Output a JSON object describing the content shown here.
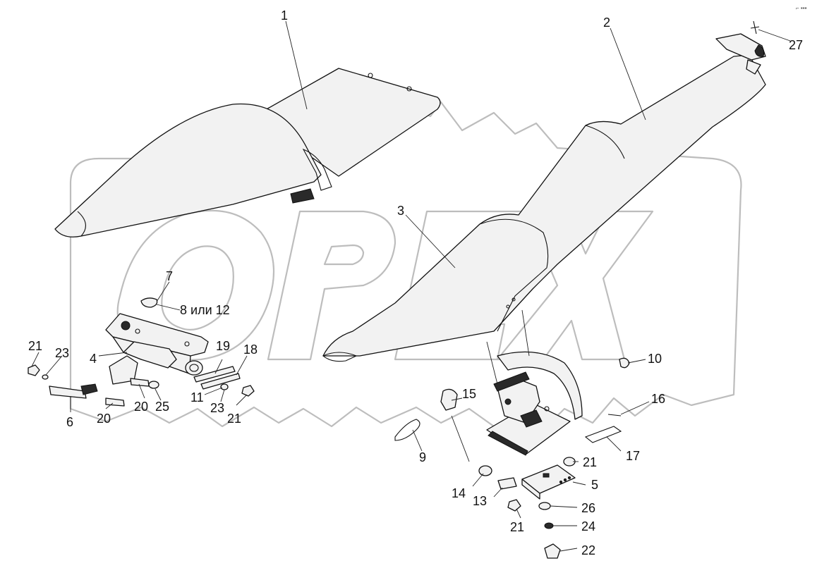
{
  "watermark": {
    "text": "OPEX"
  },
  "corner_mark": "⌐ ▪▪▪",
  "callouts": [
    {
      "id": "c1",
      "text": "1"
    },
    {
      "id": "c2",
      "text": "2"
    },
    {
      "id": "c3",
      "text": "3"
    },
    {
      "id": "c4",
      "text": "4"
    },
    {
      "id": "c5",
      "text": "5"
    },
    {
      "id": "c6",
      "text": "6"
    },
    {
      "id": "c7",
      "text": "7"
    },
    {
      "id": "c8",
      "text": "8 или 12"
    },
    {
      "id": "c9",
      "text": "9"
    },
    {
      "id": "c10",
      "text": "10"
    },
    {
      "id": "c11",
      "text": "11"
    },
    {
      "id": "c13",
      "text": "13"
    },
    {
      "id": "c14",
      "text": "14"
    },
    {
      "id": "c15",
      "text": "15"
    },
    {
      "id": "c16",
      "text": "16"
    },
    {
      "id": "c17",
      "text": "17"
    },
    {
      "id": "c18",
      "text": "18"
    },
    {
      "id": "c19",
      "text": "19"
    },
    {
      "id": "c20a",
      "text": "20"
    },
    {
      "id": "c20b",
      "text": "20"
    },
    {
      "id": "c21a",
      "text": "21"
    },
    {
      "id": "c21b",
      "text": "21"
    },
    {
      "id": "c21c",
      "text": "21"
    },
    {
      "id": "c21d",
      "text": "21"
    },
    {
      "id": "c22",
      "text": "22"
    },
    {
      "id": "c23a",
      "text": "23"
    },
    {
      "id": "c23b",
      "text": "23"
    },
    {
      "id": "c24",
      "text": "24"
    },
    {
      "id": "c25",
      "text": "25"
    },
    {
      "id": "c26",
      "text": "26"
    },
    {
      "id": "c27",
      "text": "27"
    }
  ]
}
